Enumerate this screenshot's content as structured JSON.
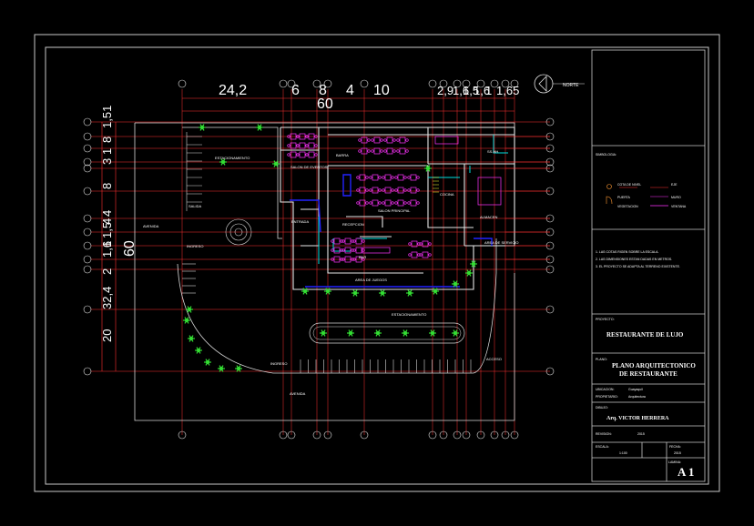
{
  "dimensions": {
    "top": [
      "24,2",
      "6",
      "8",
      "4",
      "10",
      "2,9",
      "1,6",
      "1,5",
      "1,6",
      "1",
      "1,65"
    ],
    "top_total": "60",
    "left": [
      "1,51",
      "8",
      "1",
      "3",
      "8",
      "4",
      "4",
      "1,5",
      "1",
      "1,6",
      "2",
      "32,4",
      "20"
    ],
    "left_total": "60"
  },
  "north_label": "NORTE",
  "plan_labels": {
    "estacionamiento_top": "ESTACIONAMIENTO",
    "estacionamiento_bottom": "ESTACIONAMIENTO",
    "salida": "SALIDA",
    "ingreso_left": "INGRESO",
    "avenida_left": "AVENIDA",
    "avenida_bottom": "AVENIDA",
    "ingreso_bottom": "INGRESO",
    "acceso": "ACCESO",
    "salon_eventos": "SALON DE EVENTOS",
    "entrada": "ENTRADA",
    "barra": "BARRA",
    "salon_principal": "SALON PRINCIPAL",
    "cocina": "COCINA",
    "bar": "BAR",
    "recepcion": "RECEPCION",
    "area_juegos": "AREA DE JUEGOS",
    "sshh": "SS.HH.",
    "almacen": "ALMACEN",
    "area_servicio": "AREA DE SERVICIO"
  },
  "title_block": {
    "simbologia_title": "SIMBOLOGIA:",
    "legend": [
      "COTA DE NIVEL",
      "EJE",
      "MURO",
      "PUERTA",
      "VENTANA",
      "VEGETACION"
    ],
    "notes": [
      "1. LAS COTAS RIGEN SOBRE LA ESCALA.",
      "2. LAS DIMENSIONES ESTAN DADAS EN METROS.",
      "3. EL PROYECTO SE ADAPTA AL TERRENO EXISTENTE."
    ],
    "proyecto_label": "PROYECTO:",
    "proyecto": "RESTAURANTE DE LUJO",
    "plano_label": "PLANO:",
    "plano": [
      "PLANO ARQUITECTONICO",
      "DE RESTAURANTE"
    ],
    "ubicacion_label": "UBICACION:",
    "ubicacion": "Guayaquil",
    "propietario_label": "PROPIETARIO:",
    "propietario": "Arquitectura",
    "dibujo_label": "DIBUJO:",
    "dibujo": "Arq. VICTOR HERRERA",
    "revision_label": "REVISION:",
    "revision": "2015",
    "escala_label": "ESCALA:",
    "escala": "1:100",
    "fecha_label": "FECHA:",
    "fecha": "2015",
    "lamina_label": "LAMINA:",
    "lamina": "A 1"
  }
}
